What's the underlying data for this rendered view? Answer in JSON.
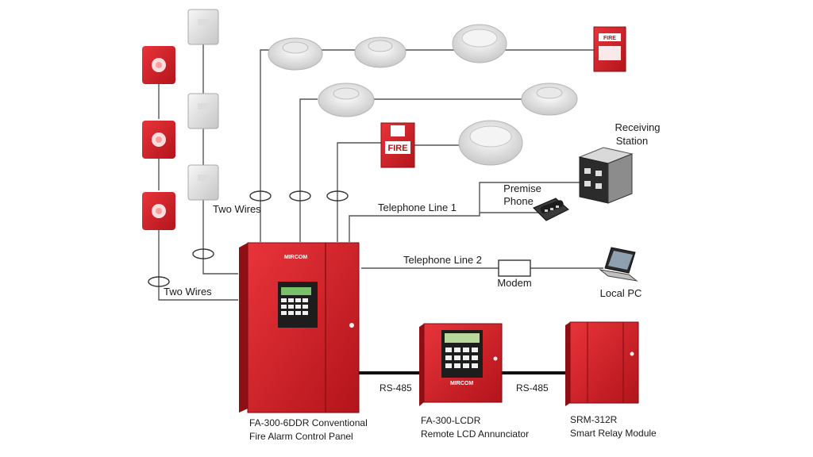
{
  "labels": {
    "two_wires_top": "Two Wires",
    "two_wires_bottom": "Two Wires",
    "receiving_station": [
      "Receiving",
      "Station"
    ],
    "premise_phone": [
      "Premise",
      "Phone"
    ],
    "telephone_line_1": "Telephone Line 1",
    "telephone_line_2": "Telephone Line 2",
    "modem": "Modem",
    "local_pc": "Local PC",
    "rs485_left": "RS-485",
    "rs485_right": "RS-485"
  },
  "devices": {
    "control_panel": [
      "FA-300-6DDR Conventional",
      "Fire Alarm Control Panel"
    ],
    "annunciator": [
      "FA-300-LCDR",
      "Remote LCD Annunciator"
    ],
    "relay_module": [
      "SRM-312R",
      "Smart Relay Module"
    ],
    "pull_station_text": "FIRE",
    "brand": "MIRCOM"
  },
  "colors": {
    "panel_red": "#d8232a",
    "panel_dark_red": "#a8141a",
    "wire": "#555555"
  }
}
